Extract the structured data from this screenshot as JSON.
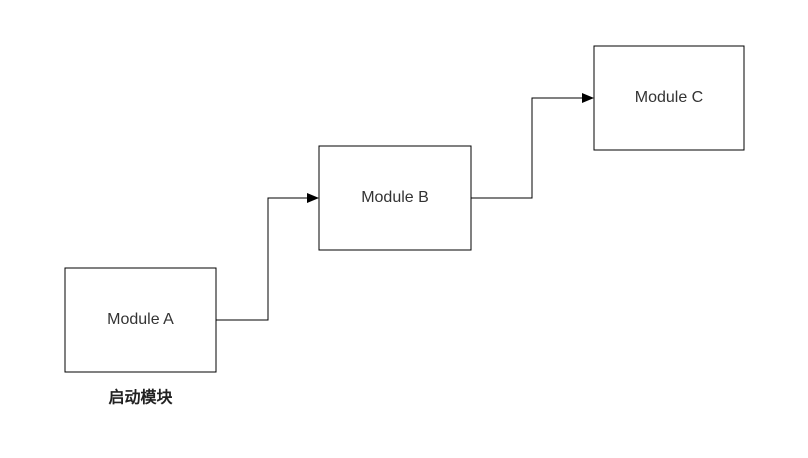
{
  "diagram": {
    "modules": [
      {
        "label": "Module A"
      },
      {
        "label": "Module B"
      },
      {
        "label": "Module C"
      }
    ],
    "caption": "启动模块",
    "connections": [
      {
        "from": "Module A",
        "to": "Module B"
      },
      {
        "from": "Module B",
        "to": "Module C"
      }
    ],
    "colors": {
      "stroke": "#000000",
      "text": "#333333",
      "caption": "#222222",
      "background": "#ffffff"
    }
  }
}
